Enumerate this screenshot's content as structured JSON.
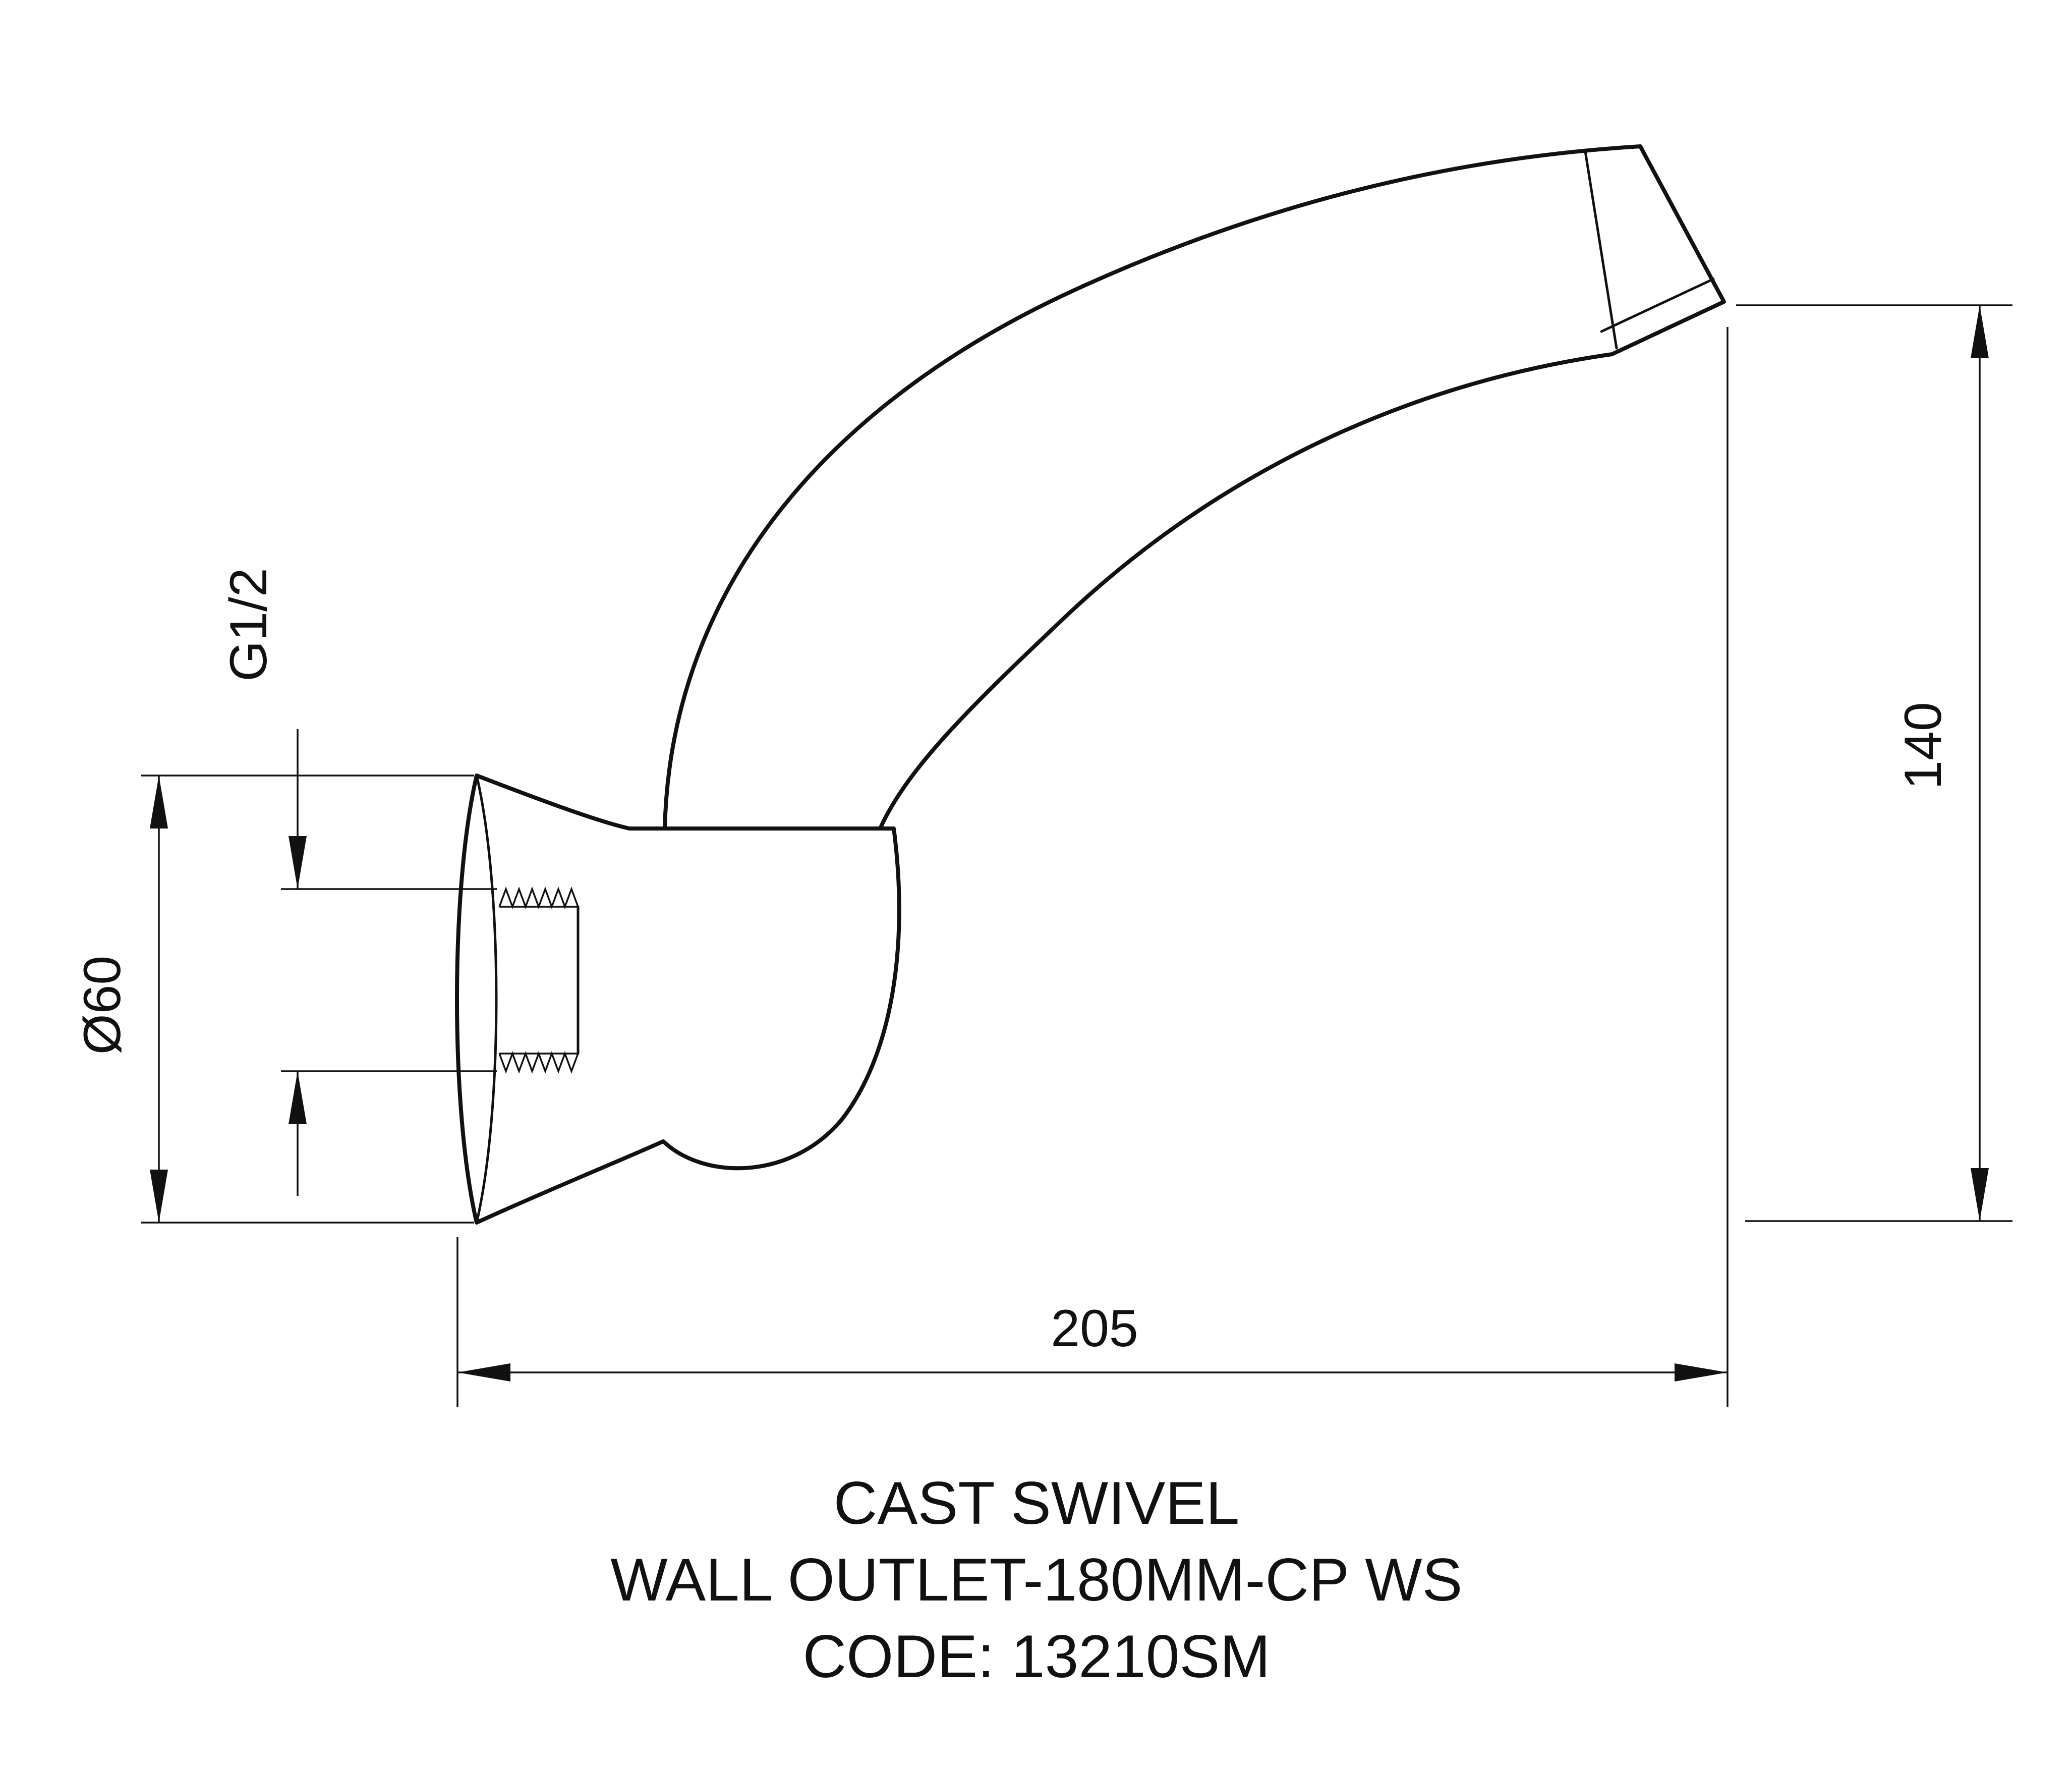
{
  "drawing": {
    "dimensions": {
      "thread_size": "G1/2",
      "flange_diameter": "Ø60",
      "spout_height": "140",
      "spout_reach": "205"
    },
    "caption": {
      "line1": "CAST SWIVEL",
      "line2": "WALL OUTLET-180MM-CP WS",
      "line3": "CODE: 13210SM"
    },
    "colors": {
      "line": "#111111",
      "background": "#ffffff"
    }
  }
}
